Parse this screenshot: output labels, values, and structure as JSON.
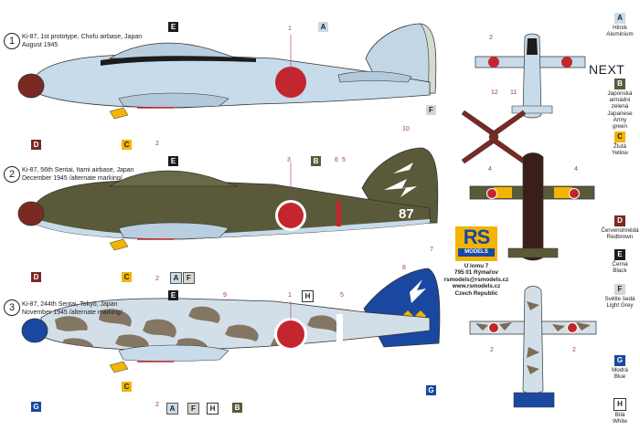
{
  "profiles": [
    {
      "num": "1",
      "caption": [
        "Ki-87, 1st prototype, Chofu airbase, Japan",
        "August 1945"
      ]
    },
    {
      "num": "2",
      "caption": [
        "Ki-87, 56th Sentai, Itami airbase, Japan",
        "December 1945 /alternate marking/"
      ]
    },
    {
      "num": "3",
      "caption": [
        "Ki-87, 244th Sentai, Tokyo, Japan",
        "November 1945 /alternate marking/"
      ]
    }
  ],
  "tail_code": "87",
  "next_label": "NEXT",
  "markers": {
    "p1": {
      "E": "E",
      "A": "A",
      "F": "F",
      "D": "D",
      "C": "C",
      "n1": "1",
      "n2": "2"
    },
    "p2": {
      "E": "E",
      "B": "B",
      "D": "D",
      "C": "C",
      "A": "A",
      "F": "F",
      "n3": "3",
      "n6": "6",
      "n5": "5",
      "n10": "10",
      "n7": "7",
      "n2": "2"
    },
    "p3": {
      "E": "E",
      "H": "H",
      "G": "G",
      "G2": "G",
      "C": "C",
      "A": "A",
      "F": "F",
      "H2": "H",
      "B": "B",
      "n9": "9",
      "n1": "1",
      "n5": "5",
      "n8": "8",
      "n2": "2"
    }
  },
  "plan_numbers": {
    "n2a": "2",
    "n12": "12",
    "n11": "11",
    "n4a": "4",
    "n4b": "4",
    "n2b": "2",
    "n2c": "2"
  },
  "logo": {
    "letters": "RS",
    "sub": "MODELS"
  },
  "address": [
    "U lomu 7",
    "795 01 Rýmařov",
    "rsmodels@rsmodels.cz",
    "www.rsmodels.cz",
    "Czech Republic"
  ],
  "legend": [
    {
      "code": "A",
      "lines": [
        "Hliník",
        "Aluminium"
      ],
      "color": "#c9dbea",
      "text": "#222"
    },
    {
      "code": "B",
      "lines": [
        "Japonská",
        "armádní",
        "zelená",
        "Japanese",
        "Army",
        "green"
      ],
      "color": "#5a5a3a",
      "text": "#fff"
    },
    {
      "code": "C",
      "lines": [
        "Žlutá",
        "Yellow"
      ],
      "color": "#f3b400",
      "text": "#222"
    },
    {
      "code": "D",
      "lines": [
        "Červenohnědá",
        "Redbrown"
      ],
      "color": "#7a2a22",
      "text": "#fff"
    },
    {
      "code": "E",
      "lines": [
        "Černá",
        "Black"
      ],
      "color": "#1c1c1c",
      "text": "#fff"
    },
    {
      "code": "F",
      "lines": [
        "Světle šedá",
        "Light Grey"
      ],
      "color": "#d2d9cf",
      "text": "#222"
    },
    {
      "code": "G",
      "lines": [
        "Modrá",
        "Blue"
      ],
      "color": "#1a48a0",
      "text": "#fff"
    },
    {
      "code": "H",
      "lines": [
        "Bílá",
        "White"
      ],
      "color": "#ffffff",
      "text": "#222"
    }
  ]
}
